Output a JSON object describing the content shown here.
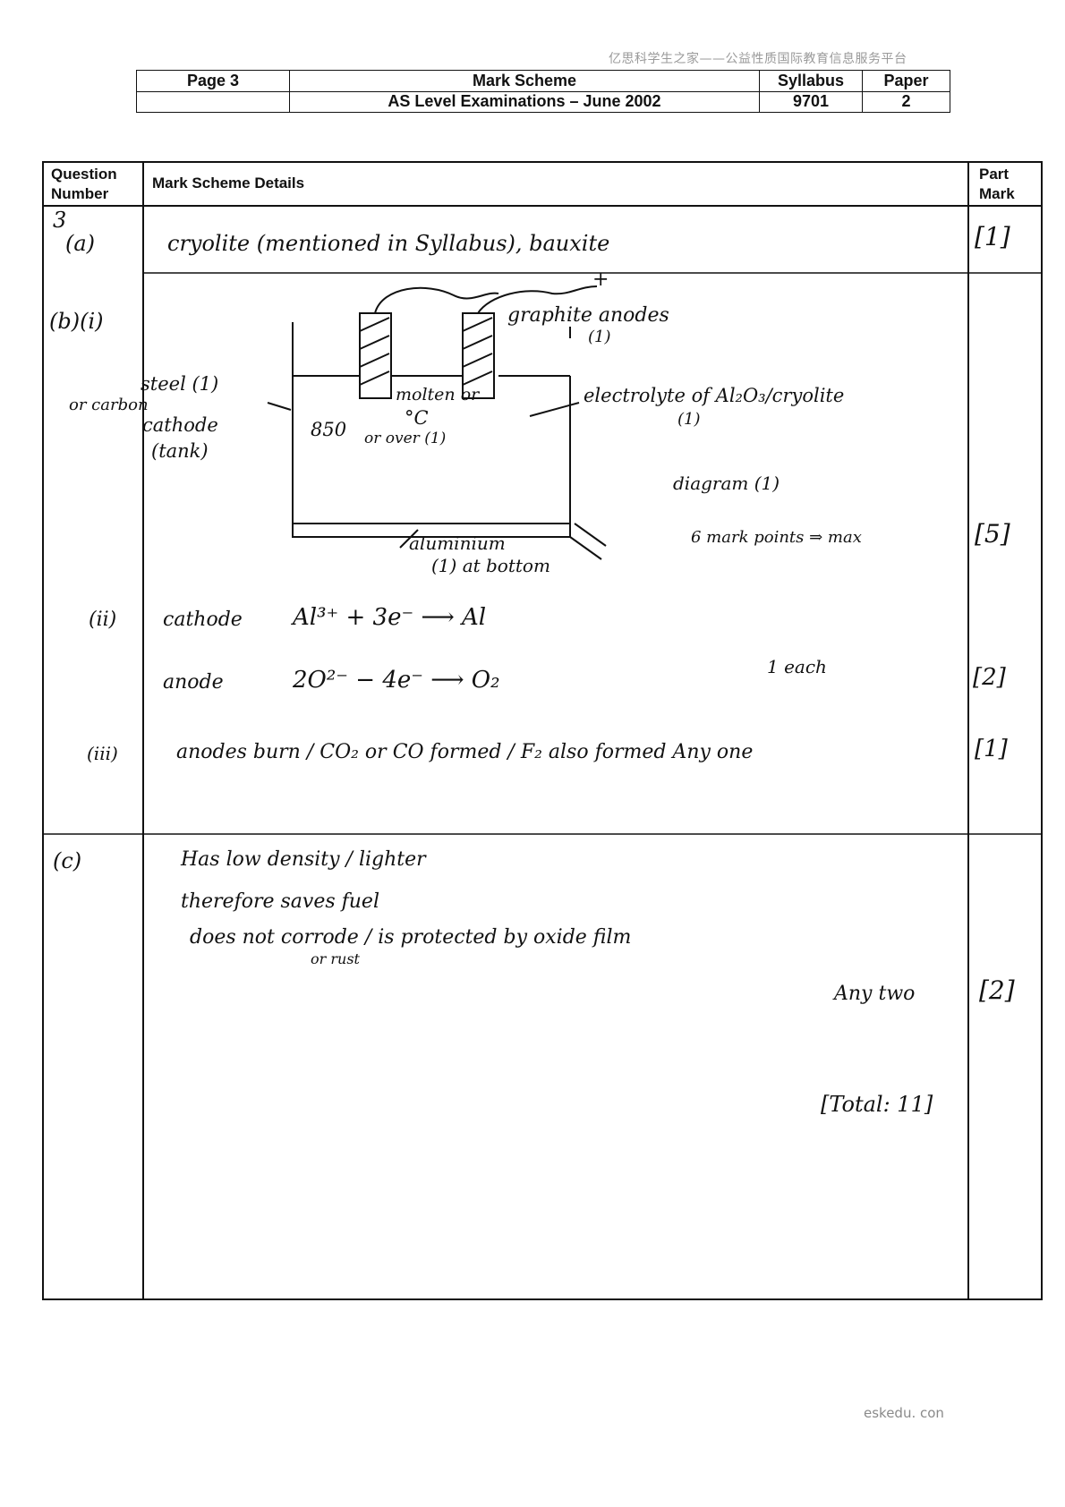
{
  "watermark": {
    "top": "亿思科学生之家——公益性质国际教育信息服务平台",
    "bottom": "eskedu. con"
  },
  "header": {
    "page": "Page 3",
    "mark_scheme": "Mark Scheme",
    "syllabus_label": "Syllabus",
    "paper_label": "Paper",
    "exam": "AS Level Examinations – June 2002",
    "syllabus_code": "9701",
    "paper_number": "2"
  },
  "table": {
    "col_question_1": "Question",
    "col_question_2": "Number",
    "col_details": "Mark Scheme Details",
    "col_part_1": "Part",
    "col_part_2": "Mark"
  },
  "q3": {
    "number": "3",
    "a_label": "(a)",
    "a_text": "cryolite (mentioned in Syllabus), bauxite",
    "a_mark": "[1]",
    "b_label": "(b)(i)",
    "diagram": {
      "plus": "+",
      "anodes": "graphite anodes",
      "anodes_mark": "(1)",
      "steel": "steel (1)",
      "or_carbon": "or carbon",
      "cathode": "cathode",
      "tank": "(tank)",
      "temp_850": "850",
      "molten_or": "molten or",
      "deg_c": "°C",
      "or_over": "or over (1)",
      "electrolyte": "electrolyte of Al₂O₃/cryolite",
      "electrolyte_mark": "(1)",
      "diagram_mark": "diagram (1)",
      "aluminium": "aluminium",
      "at_bottom": "(1)  at bottom",
      "max_note": "6 mark points ⇒ max"
    },
    "b_i_mark": "[5]",
    "ii_label": "(ii)",
    "cathode_label": "cathode",
    "cathode_eq": "Al³⁺ + 3e⁻ ⟶ Al",
    "anode_label": "anode",
    "anode_eq": "2O²⁻ − 4e⁻ ⟶ O₂",
    "each": "1 each",
    "ii_mark": "[2]",
    "iii_label": "(iii)",
    "iii_text": "anodes burn / CO₂ or CO formed / F₂ also formed   Any one",
    "iii_mark": "[1]",
    "c_label": "(c)",
    "c_line1": "Has low density / lighter",
    "c_line2": "therefore saves fuel",
    "c_line3": "does not corrode / is protected by oxide film",
    "c_line3b": "or rust",
    "any_two": "Any two",
    "c_mark": "[2]",
    "total": "[Total: 11]"
  }
}
